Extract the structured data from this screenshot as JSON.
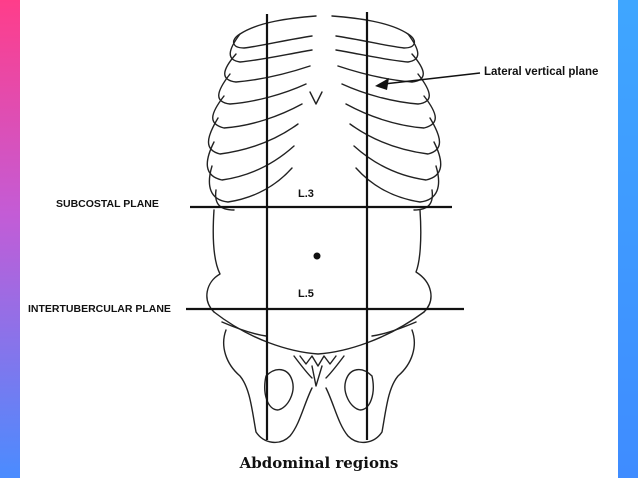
{
  "labels": {
    "lateral_vertical_plane": "Lateral vertical plane",
    "subcostal_plane": "SUBCOSTAL PLANE",
    "intertubercular_plane": "INTERTUBERCULAR PLANE",
    "l3": "L.3",
    "l5": "L.5"
  },
  "caption": "Abdominal regions",
  "colors": {
    "left_bar_top": "#ff3d8a",
    "left_bar_bottom": "#4a8cff",
    "right_bar": "#3f8cff",
    "ink": "#111111"
  }
}
